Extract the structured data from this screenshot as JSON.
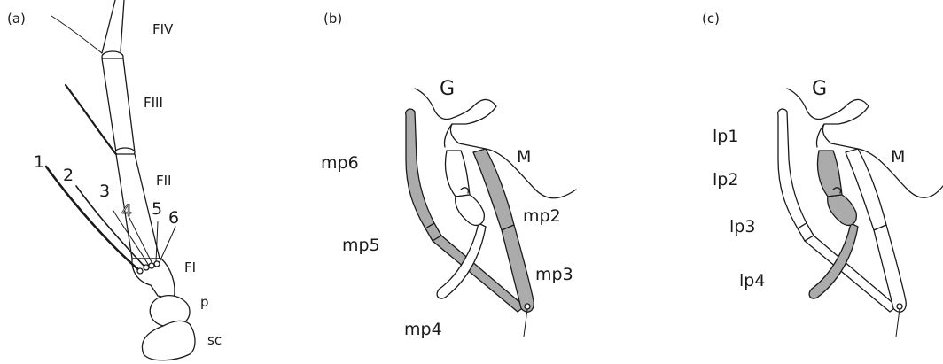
{
  "panels": [
    {
      "label": "(a)",
      "segment_labels": [
        "FIV",
        "FIII",
        "FII",
        "FI",
        "p",
        "sc"
      ],
      "setae_numbers": [
        "1",
        "2",
        "3",
        "4",
        "5",
        "6"
      ]
    },
    {
      "label": "(b)",
      "region_labels": [
        "G",
        "M"
      ],
      "palp_labels": [
        "mp6",
        "mp5",
        "mp4",
        "mp2",
        "mp3"
      ]
    },
    {
      "label": "(c)",
      "region_labels": [
        "G",
        "M"
      ],
      "palp_labels": [
        "lp1",
        "lp2",
        "lp3",
        "lp4"
      ]
    }
  ],
  "colors": {
    "outline": "#1a1a1a",
    "highlight_fill": "#ababab",
    "background": "#ffffff"
  }
}
